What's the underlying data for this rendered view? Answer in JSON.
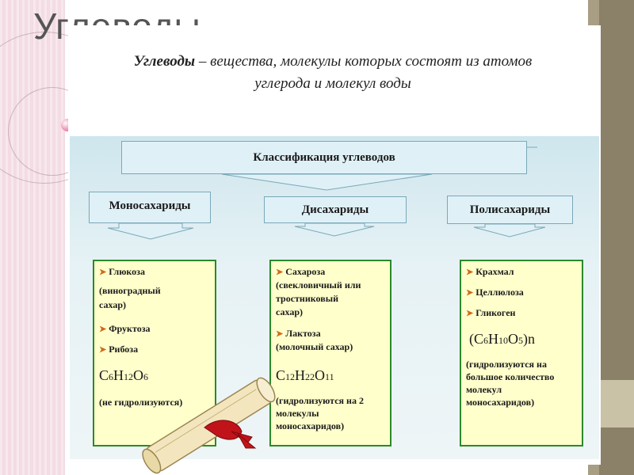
{
  "slide": {
    "title": "Углеводы"
  },
  "definition": {
    "term": "Углеводы",
    "dash": " – ",
    "text": "вещества, молекулы которых состоят из атомов углерода и молекул воды"
  },
  "diagram": {
    "classification": "Классификация углеводов",
    "groups": {
      "mono": {
        "title": "Моносахариды",
        "items": [
          "Глюкоза",
          "(виноградный",
          "сахар)",
          "Фруктоза",
          "Рибоза"
        ],
        "formula": "C6H12O6",
        "note": "(не гидролизуются)"
      },
      "di": {
        "title": "Дисахариды",
        "items": [
          "Сахароза",
          "(свекловичный или",
          "тростниковый",
          "сахар)",
          "Лактоза",
          "(молочный сахар)"
        ],
        "formula": "C12H22O11",
        "note_lines": [
          "(гидролизуются на 2",
          "молекулы",
          "моносахаридов)"
        ]
      },
      "poly": {
        "title": "Полисахариды",
        "items": [
          "Крахмал",
          "Целлюлоза",
          "Гликоген"
        ],
        "formula": "(C6H10O5)n",
        "note_lines": [
          "(гидролизуются на",
          "большое количество",
          "молекул",
          "моносахаридов)"
        ]
      }
    }
  },
  "colors": {
    "panel_border": "#2a8a2a",
    "panel_fill": "#ffffcc",
    "header_fill": "#dff1f7",
    "bullet": "#d06a1a",
    "ribbon": "#c0141a"
  }
}
